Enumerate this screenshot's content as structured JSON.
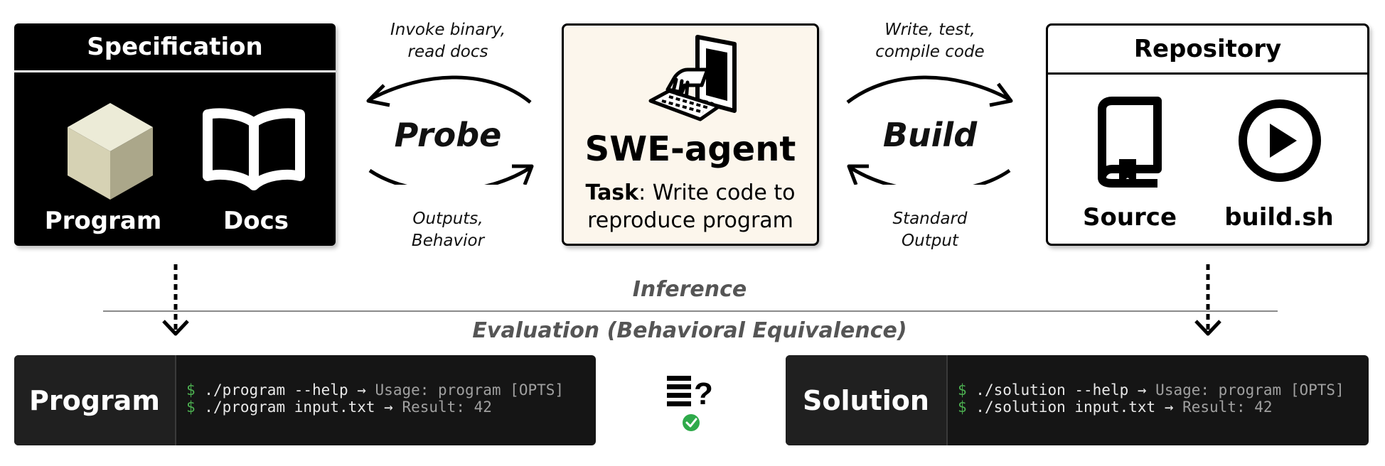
{
  "specification": {
    "title": "Specification",
    "items": [
      {
        "label": "Program",
        "icon": "cube-icon"
      },
      {
        "label": "Docs",
        "icon": "open-book-icon"
      }
    ]
  },
  "probe": {
    "top_caption": "Invoke binary,\nread docs",
    "verb": "Probe",
    "bottom_caption": "Outputs,\nBehavior"
  },
  "agent": {
    "title": "SWE-agent",
    "task_label": "Task",
    "task_text": ": Write code to\nreproduce program",
    "icon": "hand-on-keyboard-icon"
  },
  "build": {
    "top_caption": "Write, test,\ncompile code",
    "verb": "Build",
    "bottom_caption": "Standard\nOutput"
  },
  "repository": {
    "title": "Repository",
    "items": [
      {
        "label": "Source",
        "icon": "bookmark-book-icon"
      },
      {
        "label": "build.sh",
        "icon": "play-circle-icon"
      }
    ]
  },
  "phases": {
    "inference": "Inference",
    "evaluation": "Evaluation (Behavioral Equivalence)"
  },
  "program_terminal": {
    "label": "Program",
    "lines": [
      {
        "prompt": "$",
        "cmd": " ./program --help",
        "arrow": " → ",
        "out": "Usage: program [OPTS]"
      },
      {
        "prompt": "$",
        "cmd": " ./program input.txt",
        "arrow": " → ",
        "out": "Result: 42"
      }
    ]
  },
  "solution_terminal": {
    "label": "Solution",
    "lines": [
      {
        "prompt": "$",
        "cmd": " ./solution --help",
        "arrow": " → ",
        "out": "Usage: program [OPTS]"
      },
      {
        "prompt": "$",
        "cmd": " ./solution input.txt",
        "arrow": " → ",
        "out": "Result: 42"
      }
    ]
  },
  "compare": {
    "symbol": "?",
    "icon": "list-question-icon",
    "check_icon": "check-circle-icon",
    "check_color": "#2eaa4a"
  },
  "colors": {
    "agent_bg": "#fcf6ec",
    "terminal_bg": "#151515",
    "prompt_green": "#4caf50"
  }
}
